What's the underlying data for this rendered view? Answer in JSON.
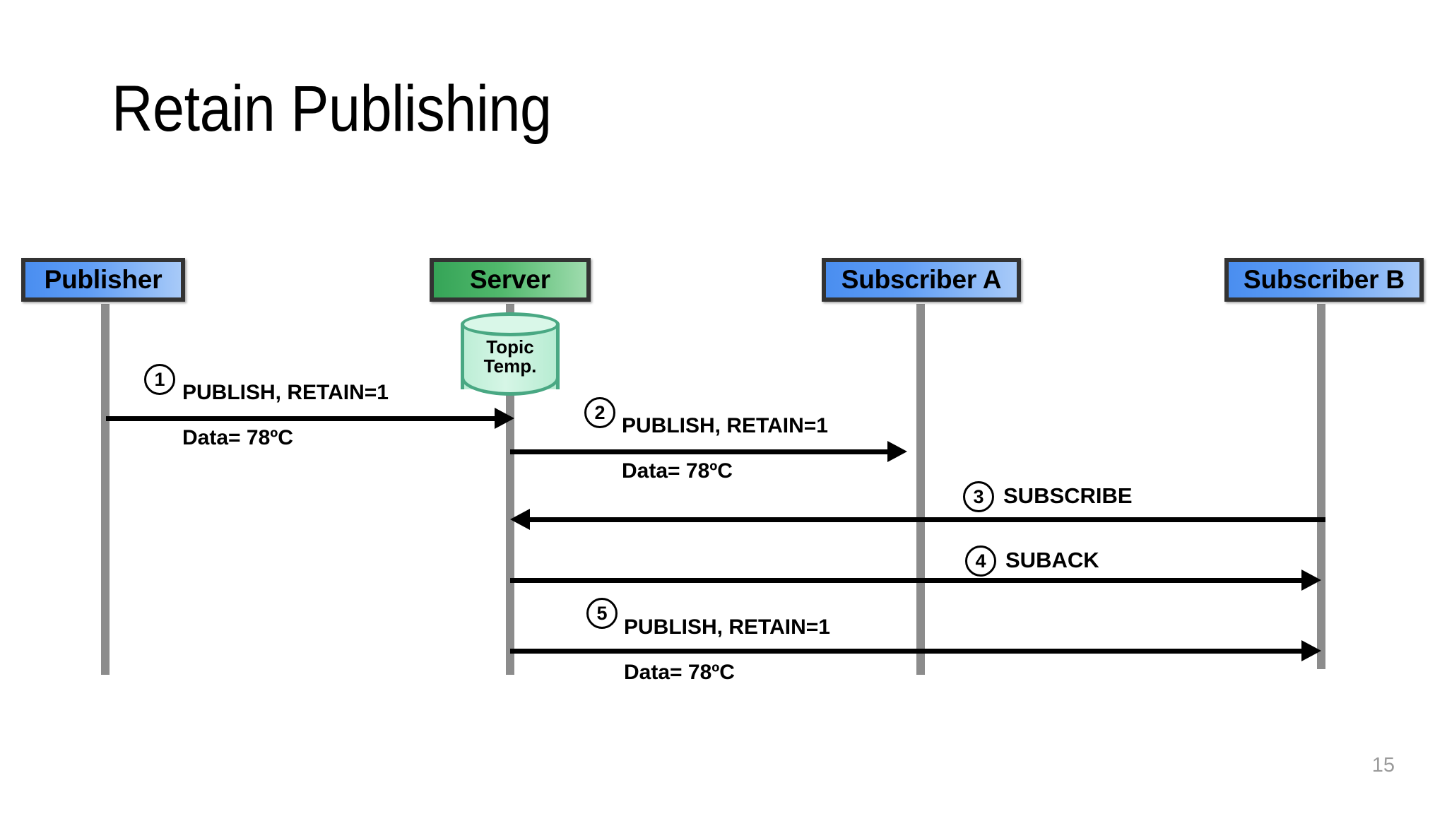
{
  "slide": {
    "title": "Retain Publishing",
    "page_number": "15"
  },
  "participants": [
    {
      "name": "Publisher",
      "label": "Publisher",
      "color": "#4a8ef0"
    },
    {
      "name": "Server",
      "label": "Server",
      "color": "#35a457"
    },
    {
      "name": "Subscriber A",
      "label": "Subscriber A",
      "color": "#4a8ef0"
    },
    {
      "name": "Subscriber B",
      "label": "Subscriber B",
      "color": "#4a8ef0"
    }
  ],
  "store": {
    "line1": "Topic",
    "line2": "Temp.",
    "label": "Topic Temp."
  },
  "messages": [
    {
      "step": "1",
      "line1": "PUBLISH, RETAIN=1",
      "line2": "Data= 78ºC",
      "from": "Publisher",
      "to": "Server",
      "direction": "right"
    },
    {
      "step": "2",
      "line1": "PUBLISH, RETAIN=1",
      "line2": "Data= 78ºC",
      "from": "Server",
      "to": "Subscriber A",
      "direction": "right"
    },
    {
      "step": "3",
      "line1": "SUBSCRIBE",
      "line2": "",
      "from": "Subscriber B",
      "to": "Server",
      "direction": "left"
    },
    {
      "step": "4",
      "line1": "SUBACK",
      "line2": "",
      "from": "Server",
      "to": "Subscriber B",
      "direction": "right"
    },
    {
      "step": "5",
      "line1": "PUBLISH, RETAIN=1",
      "line2": "Data= 78ºC",
      "from": "Server",
      "to": "Subscriber B",
      "direction": "right"
    }
  ]
}
